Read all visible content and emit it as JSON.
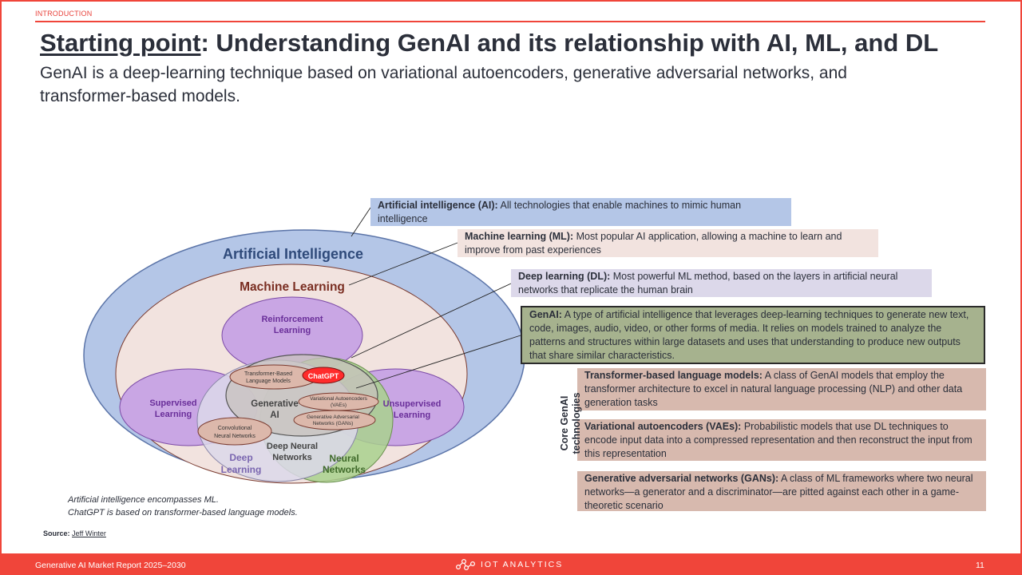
{
  "header": {
    "section": "INTRODUCTION",
    "title_underlined": "Starting point",
    "title_rest": ": Understanding GenAI and its relationship with AI, ML, and DL",
    "subtitle": "GenAI is a deep-learning technique based on variational autoencoders, generative adversarial networks, and transformer-based models."
  },
  "diagram": {
    "ai_label": "Artificial Intelligence",
    "ml_label": "Machine Learning",
    "rl_line1": "Reinforcement",
    "rl_line2": "Learning",
    "sl_line1": "Supervised",
    "sl_line2": "Learning",
    "ul_line1": "Unsupervised",
    "ul_line2": "Learning",
    "dl_line1": "Deep",
    "dl_line2": "Learning",
    "nn_line1": "Neural",
    "nn_line2": "Networks",
    "genai_line1": "Generative",
    "genai_line2": "AI",
    "dnn_line1": "Deep Neural",
    "dnn_line2": "Networks",
    "tblm_line1": "Transformer-Based",
    "tblm_line2": "Language Models",
    "chatgpt": "ChatGPT",
    "vae_line1": "Variational Autoencoders",
    "vae_line2": "(VAEs)",
    "gan_line1": "Generative Adversarial",
    "gan_line2": "Networks (GANs)",
    "cnn_line1": "Convolutional",
    "cnn_line2": "Neural Networks",
    "colors": {
      "ai_fill": "#b4c6e7",
      "ml_fill": "#f2e3df",
      "purple": "#c9a6e4",
      "deep_learning": "#dcd8ea",
      "neural_networks": "#a9d18e",
      "chatgpt": "#ff2b2b"
    }
  },
  "callouts": {
    "ai": {
      "term": "Artificial intelligence (AI):",
      "text": " All technologies that enable machines to mimic human intelligence"
    },
    "ml": {
      "term": "Machine learning (ML):",
      "text": " Most popular AI application, allowing a machine to learn and improve from past experiences"
    },
    "dl": {
      "term": "Deep learning (DL):",
      "text": " Most powerful ML method, based on the layers in artificial neural networks that replicate the human brain"
    },
    "genai": {
      "term": "GenAI:",
      "text": " A type of artificial intelligence that leverages deep-learning techniques to generate new text, code, images, audio, video, or other forms of media. It relies on models trained to analyze the patterns and structures within large datasets and uses that understanding to produce new outputs that share similar characteristics."
    },
    "transformer": {
      "term": "Transformer-based language models:",
      "text": " A class of GenAI models that employ the transformer architecture to excel in natural language processing (NLP) and other data generation tasks"
    },
    "vae": {
      "term": "Variational autoencoders (VAEs):",
      "text": " Probabilistic models that use DL techniques to encode input data into a compressed representation and then reconstruct the input from this representation"
    },
    "gan": {
      "term": "Generative adversarial networks (GANs):",
      "text": " A class of ML frameworks where two neural networks—a generator and a discriminator—are pitted against each other in a game-theoretic scenario"
    }
  },
  "core_label_line1": "Core GenAI",
  "core_label_line2": "technologies",
  "notes": {
    "line1": "Artificial intelligence encompasses ML.",
    "line2": "ChatGPT is based on transformer-based language models."
  },
  "source": {
    "label": "Source:",
    "link": "Jeff Winter"
  },
  "footer": {
    "report": "Generative AI Market Report 2025–2030",
    "brand": "IOT ANALYTICS",
    "page": "11"
  }
}
